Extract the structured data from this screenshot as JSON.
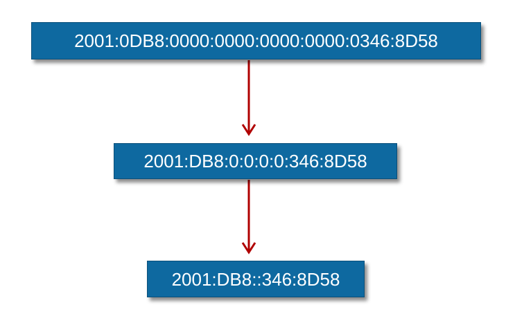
{
  "diagram": {
    "accent_color": "#0e69a0",
    "arrow_color": "#b00000",
    "nodes": [
      {
        "id": "full",
        "label": "2001:0DB8:0000:0000:0000:0000:0346:8D58"
      },
      {
        "id": "leading-zeros-removed",
        "label": "2001:DB8:0:0:0:0:346:8D58"
      },
      {
        "id": "compressed",
        "label": "2001:DB8::346:8D58"
      }
    ],
    "edges": [
      {
        "from": "full",
        "to": "leading-zeros-removed"
      },
      {
        "from": "leading-zeros-removed",
        "to": "compressed"
      }
    ]
  }
}
